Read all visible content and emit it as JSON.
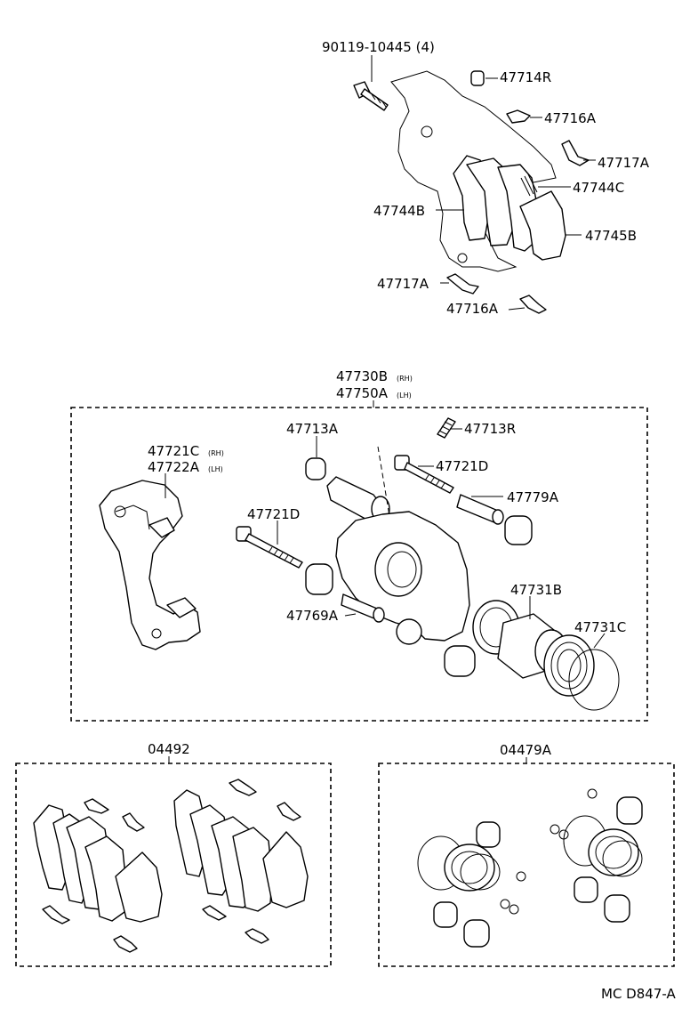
{
  "labels": {
    "bolt": "90119-10445 (4)",
    "cap_top": "47714R",
    "clip_top_a": "47716A",
    "clip_top_b": "47717A",
    "shim_c": "47744C",
    "shim_b": "47744B",
    "shim_outer": "47745B",
    "clip_low_b": "47717A",
    "clip_low_a": "47716A",
    "caliper_rh": "47730B",
    "caliper_rh_suffix": "(RH)",
    "caliper_lh": "47750A",
    "caliper_lh_suffix": "(LH)",
    "boot_a": "47713A",
    "bleeder": "47713R",
    "mount_rh": "47721C",
    "mount_rh_suffix": "(RH)",
    "mount_lh": "47722A",
    "mount_lh_suffix": "(LH)",
    "pin_bolt_right": "47721D",
    "pin_right": "47779A",
    "pin_bolt_left": "47721D",
    "piston_seal": "47731B",
    "pin_lower": "47769A",
    "piston_boot": "47731C",
    "pad_kit": "04492",
    "seal_kit": "04479A",
    "drawing_code": "MC D847-A"
  }
}
